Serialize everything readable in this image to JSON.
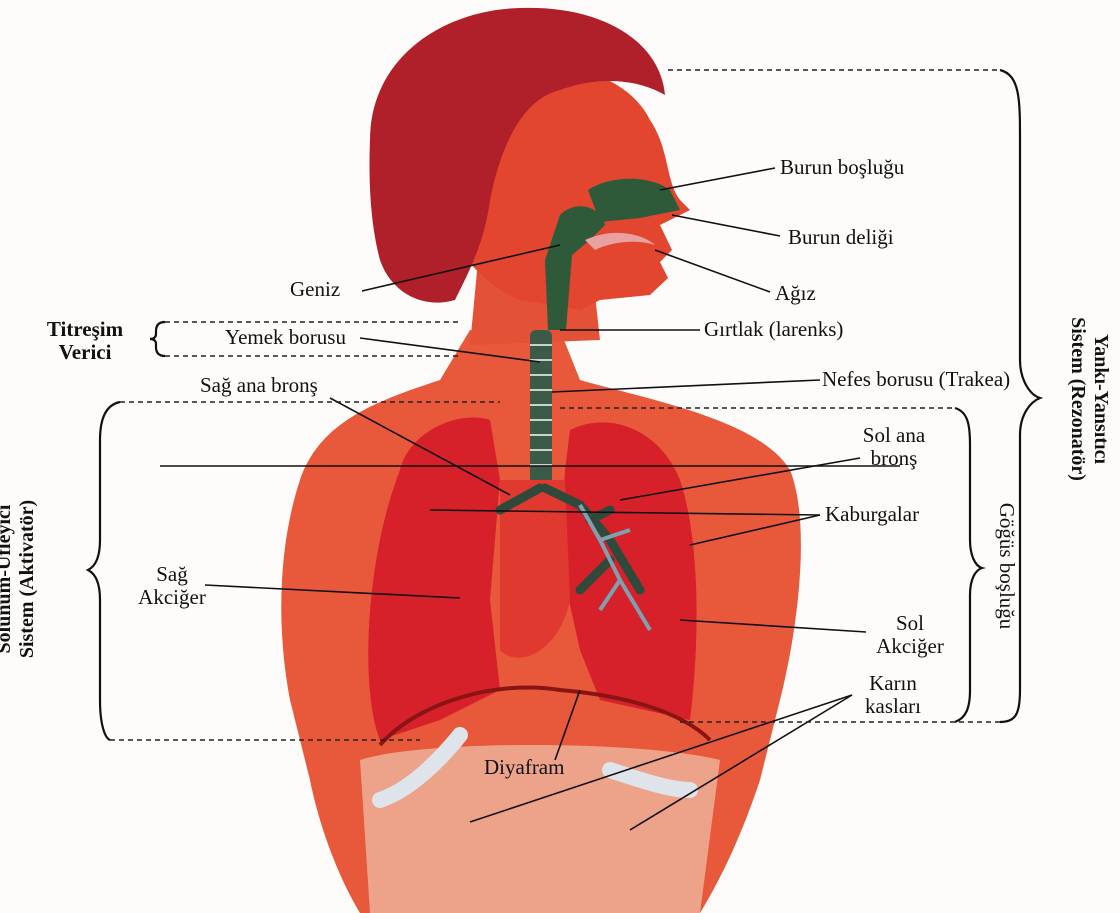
{
  "labels": {
    "burun_boslugu": "Burun boşluğu",
    "burun_deligi": "Burun deliği",
    "agiz": "Ağız",
    "geniz": "Geniz",
    "girtlak": "Gırtlak (larenks)",
    "yemek_borusu": "Yemek borusu",
    "nefes_borusu": "Nefes borusu (Trakea)",
    "sag_ana_brons": "Sağ ana bronş",
    "sol_ana_brons_1": "Sol ana",
    "sol_ana_brons_2": "bronş",
    "kaburgalar": "Kaburgalar",
    "sag_akciger_1": "Sağ",
    "sag_akciger_2": "Akciğer",
    "sol_akciger_1": "Sol",
    "sol_akciger_2": "Akciğer",
    "karin_kaslari_1": "Karın",
    "karin_kaslari_2": "kasları",
    "diyafram": "Diyafram",
    "titresim_1": "Titreşim",
    "titresim_2": "Verici",
    "gogus_boslugu": "Göğüs boşluğu",
    "yanki_1": "Yankı-Yansıtıcı",
    "yanki_2": "Sistem (Rezonatör)",
    "solunum_1": "Solunum-Üfleyici",
    "solunum_2": "Sistem (Aktivatör)"
  },
  "colors": {
    "hair": "#b0202a",
    "skin": "#e24a30",
    "lung": "#d6202a",
    "nasal": "#2f5a3a",
    "text": "#111111"
  }
}
